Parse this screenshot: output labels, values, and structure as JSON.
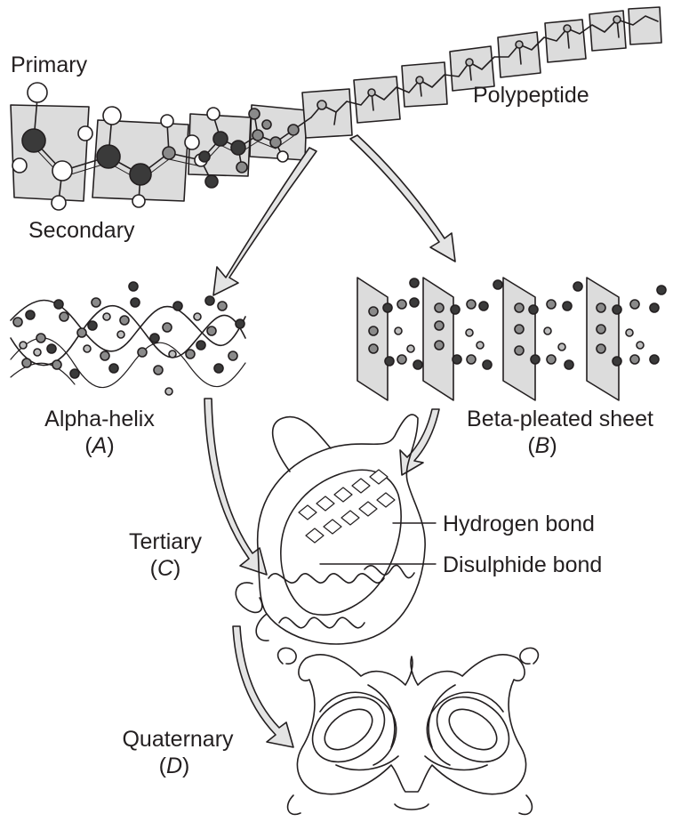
{
  "labels": {
    "primary": "Primary",
    "polypeptide": "Polypeptide",
    "secondary": "Secondary",
    "alpha_helix": "Alpha-helix",
    "alpha_tag": "A",
    "beta_sheet": "Beta-pleated sheet",
    "beta_tag": "B",
    "tertiary": "Tertiary",
    "tertiary_tag": "C",
    "hydrogen_bond": "Hydrogen bond",
    "disulphide_bond": "Disulphide bond",
    "quaternary": "Quaternary",
    "quaternary_tag": "D"
  },
  "colors": {
    "ink": "#231f20",
    "panel_fill": "#dcdcdc",
    "atom_light": "#bdbdbd",
    "atom_mid": "#8a8a8a",
    "atom_dark": "#3a3a3a",
    "arrow_fill": "#e4e4e4"
  }
}
